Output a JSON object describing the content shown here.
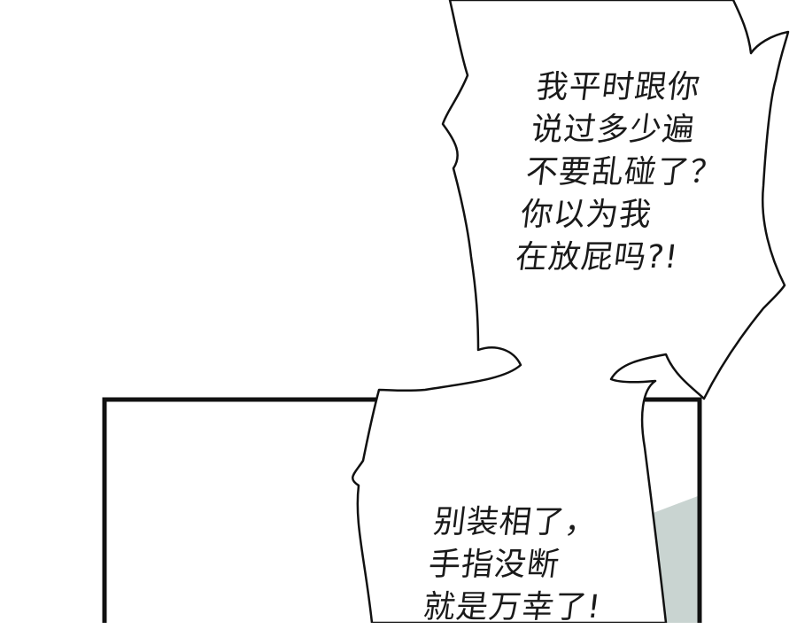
{
  "panel": {
    "border_color": "#111111",
    "accent_fill": "#c9d4d1"
  },
  "bubbles": [
    {
      "lines": [
        "我平时跟你",
        "说过多少遍",
        "不要乱碰了？",
        "你以为我",
        "在放屁吗?!"
      ]
    },
    {
      "lines": [
        "别装相了，",
        "手指没断",
        "就是万幸了!"
      ]
    }
  ]
}
